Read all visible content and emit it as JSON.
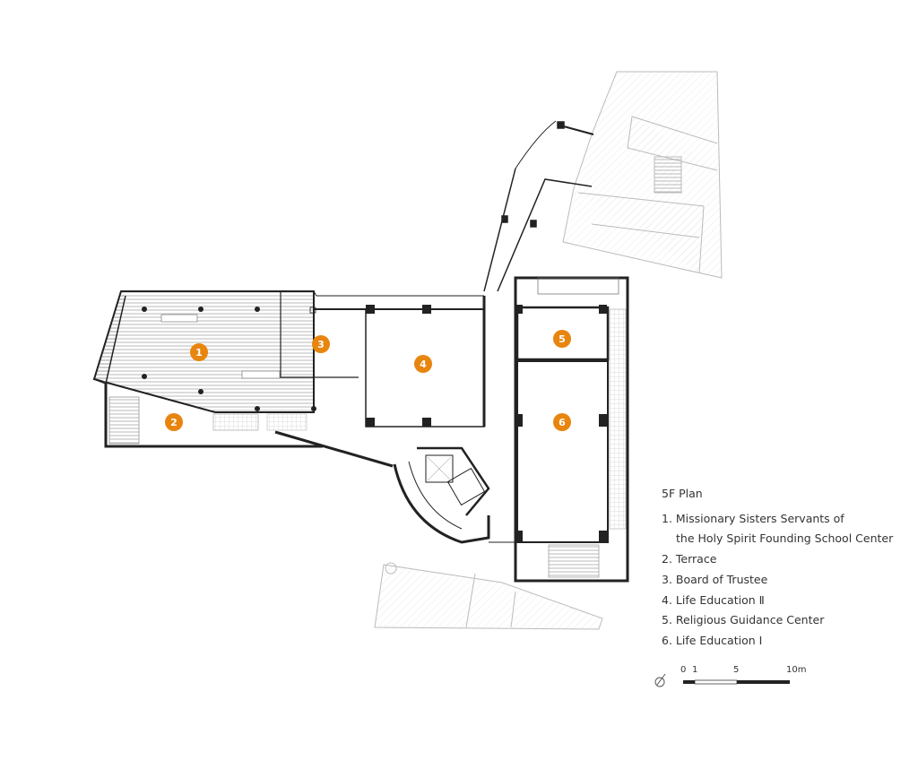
{
  "plan_title": "5F Plan",
  "accent_color": "#e8850f",
  "markers": [
    "1",
    "2",
    "3",
    "4",
    "5",
    "6"
  ],
  "legend": {
    "item1_line1": "1. Missionary Sisters Servants of",
    "item1_line2": "the Holy Spirit Founding School Center",
    "item2": "2. Terrace",
    "item3": "3. Board of Trustee",
    "item4": "4. Life Education Ⅱ",
    "item5": "5. Religious Guidance Center",
    "item6": "6. Life Education Ⅰ"
  },
  "scale": {
    "labels": [
      "0",
      "1",
      "5",
      "10m"
    ]
  },
  "icons": {
    "north": "north-arrow-icon"
  }
}
